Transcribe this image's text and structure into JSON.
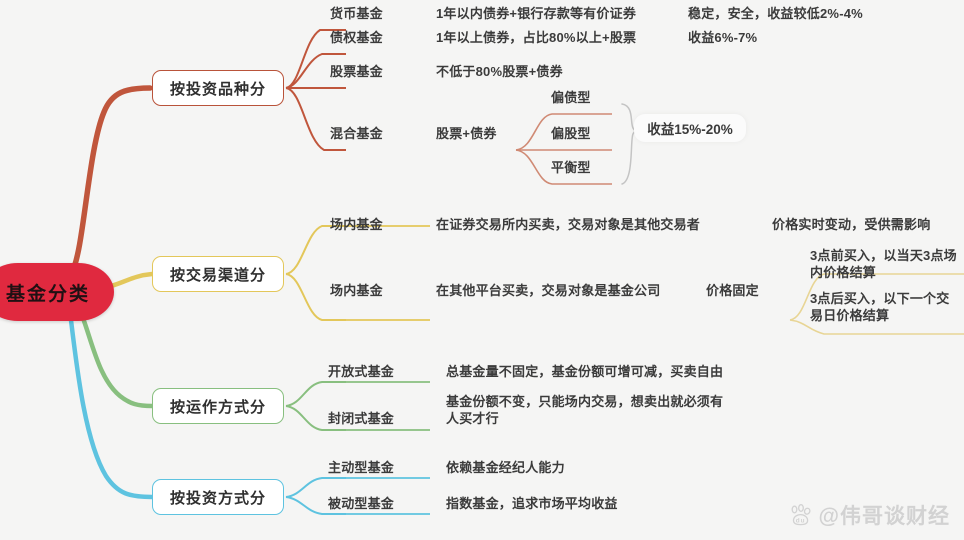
{
  "background": "#f5f5f4",
  "root": {
    "label": "基金分类",
    "color": "#e0293f"
  },
  "watermark": {
    "handle": "@伟哥谈财经",
    "logo": "baidu-paw-icon"
  },
  "branches": [
    {
      "id": "by-investment-product",
      "label": "按投资品种分",
      "color": "#c0563c",
      "items": [
        {
          "name": "货币基金",
          "desc": "1年以内债券+银行存款等有价证券",
          "extra": "稳定，安全，收益较低2%-4%"
        },
        {
          "name": "债权基金",
          "desc": "1年以上债券，占比80%以上+股票",
          "extra": "收益6%-7%"
        },
        {
          "name": "股票基金",
          "desc": "不低于80%股票+债券",
          "extra": ""
        },
        {
          "name": "混合基金",
          "desc": "股票+债券",
          "extra": "",
          "children": [
            "偏债型",
            "偏股型",
            "平衡型"
          ],
          "group_note": "收益15%-20%"
        }
      ]
    },
    {
      "id": "by-trading-channel",
      "label": "按交易渠道分",
      "color": "#e3c75a",
      "items": [
        {
          "name": "场内基金",
          "desc": "在证券交易所内买卖，交易对象是其他交易者",
          "extra": "价格实时变动，受供需影响"
        },
        {
          "name": "场内基金",
          "desc": "在其他平台买卖，交易对象是基金公司",
          "extra": "价格固定",
          "children": [
            "3点前买入，以当天3点场内价格结算",
            "3点后买入，以下一个交易日价格结算"
          ]
        }
      ]
    },
    {
      "id": "by-operation-mode",
      "label": "按运作方式分",
      "color": "#88bf7f",
      "items": [
        {
          "name": "开放式基金",
          "desc": "总基金量不固定，基金份额可增可减，买卖自由"
        },
        {
          "name": "封闭式基金",
          "desc": "基金份额不变，只能场内交易，想卖出就必须有人买才行"
        }
      ]
    },
    {
      "id": "by-investment-method",
      "label": "按投资方式分",
      "color": "#5ec3e0",
      "items": [
        {
          "name": "主动型基金",
          "desc": "依赖基金经纪人能力"
        },
        {
          "name": "被动型基金",
          "desc": "指数基金，追求市场平均收益"
        }
      ]
    }
  ]
}
